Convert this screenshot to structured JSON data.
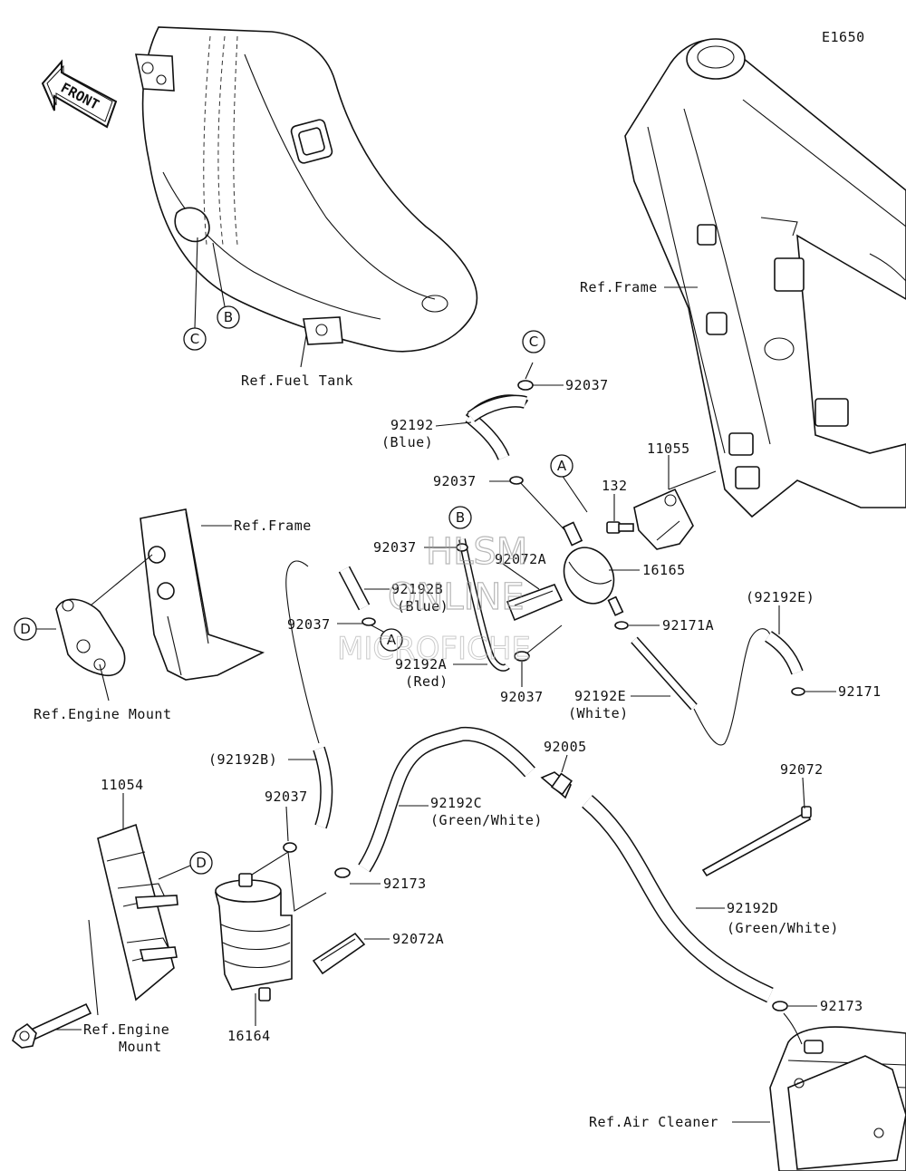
{
  "diagram_code": "E1650",
  "front_label": "FRONT",
  "watermark": {
    "line1": "HLSM",
    "line2": "ONLINE",
    "line3": "MICROFICHE"
  },
  "callouts": {
    "a": "A",
    "b": "B",
    "c": "C",
    "d": "D"
  },
  "labels": {
    "ref_frame_top": "Ref.Frame",
    "ref_fuel_tank": "Ref.Fuel Tank",
    "ref_frame_left": "Ref.Frame",
    "ref_engine_mount_left": "Ref.Engine Mount",
    "ref_engine_mount_bottom_1": "Ref.Engine",
    "ref_engine_mount_bottom_2": "Mount",
    "ref_air_cleaner": "Ref.Air Cleaner",
    "p92037_top": "92037",
    "p92192_blue_num": "92192",
    "p92192_blue_color": "(Blue)",
    "p92037_mid": "92037",
    "p11055": "11055",
    "p132": "132",
    "p92037_b": "92037",
    "p92072a_top": "92072A",
    "p16165": "16165",
    "p92192b_num": "92192B",
    "p92192b_color": "(Blue)",
    "p92037_left": "92037",
    "p92192e_paren": "(92192E)",
    "p92171a": "92171A",
    "p92192a_num": "92192A",
    "p92192a_color": "(Red)",
    "p92037_lower": "92037",
    "p92192e_num": "92192E",
    "p92192e_color": "(White)",
    "p92171": "92171",
    "p92192b_paren": "(92192B)",
    "p92005": "92005",
    "p92072": "92072",
    "p11054": "11054",
    "p92037_canister": "92037",
    "p92192c_num": "92192C",
    "p92192c_color": "(Green/White)",
    "p92173_mid": "92173",
    "p92072a_bottom": "92072A",
    "p92192d_num": "92192D",
    "p92192d_color": "(Green/White)",
    "p92173_bottom": "92173",
    "p16164": "16164"
  }
}
